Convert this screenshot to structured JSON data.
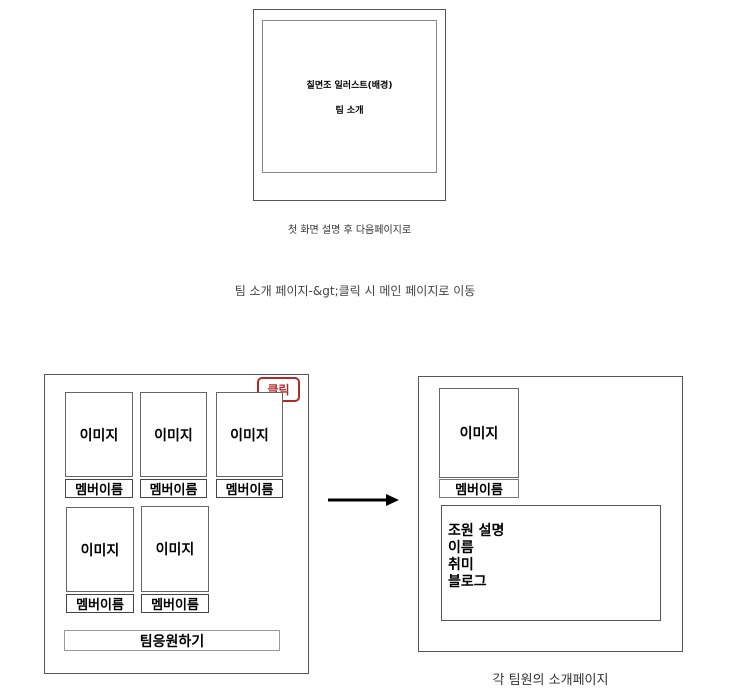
{
  "intro_screen": {
    "line1": "칠면조 일러스트(배경)",
    "line2": "팀 소개"
  },
  "intro_caption": "첫 화면 설명 후 다음페이지로",
  "flow_note": "팀 소개 페이지-&gt;클릭 시 메인 페이지로 이동",
  "main_page": {
    "click_badge": "클릭",
    "members": [
      {
        "image_label": "이미지",
        "name_label": "멤버이름"
      },
      {
        "image_label": "이미지",
        "name_label": "멤버이름"
      },
      {
        "image_label": "이미지",
        "name_label": "멤버이름"
      },
      {
        "image_label": "이미지",
        "name_label": "멤버이름"
      },
      {
        "image_label": "이미지",
        "name_label": "멤버이름"
      }
    ],
    "join_button": "팀응원하기"
  },
  "member_page": {
    "image_label": "이미지",
    "name_label": "멤버이름",
    "profile_lines": [
      "조원 설명",
      "이름",
      "취미",
      "블로그"
    ],
    "caption": "각 팀원의 소개페이지"
  }
}
